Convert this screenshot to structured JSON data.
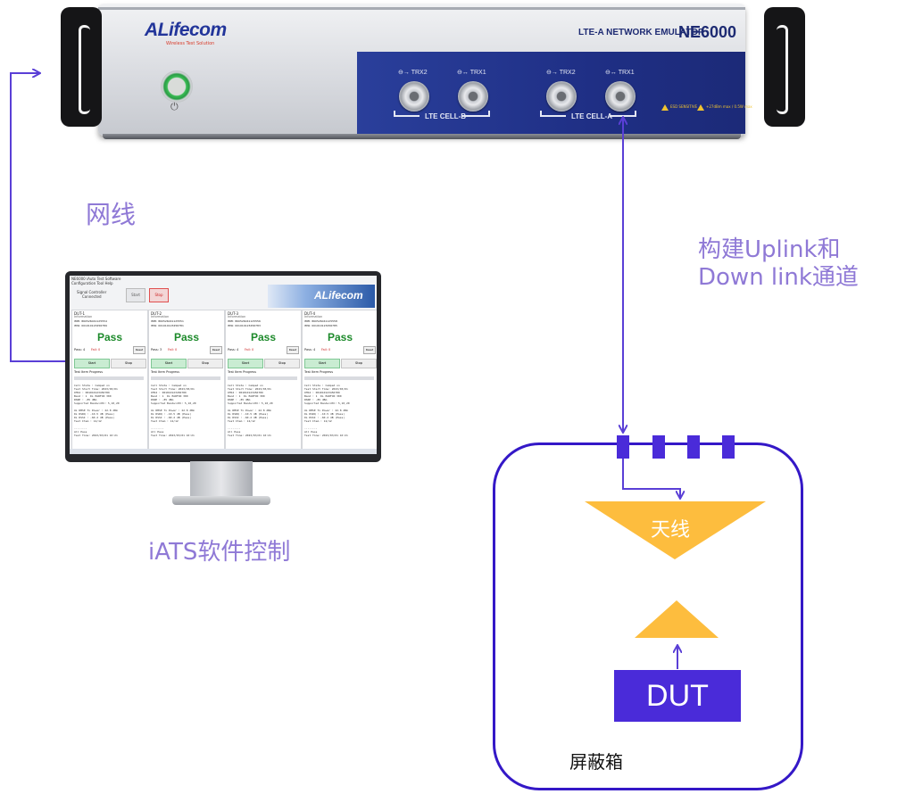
{
  "instrument": {
    "brand": "ALifecom",
    "brand_tagline": "Wireless Test Solution",
    "model_subtitle": "LTE-A NETWORK EMULATOR",
    "model_name": "NE6000",
    "power_symbol": "⏻",
    "ports": [
      "TRX2",
      "TRX1",
      "TRX2",
      "TRX1"
    ],
    "cells": [
      "LTE CELL-B",
      "LTE CELL-A"
    ],
    "warning_1": "ESD SENSITIVE",
    "warning_2": "+27dBm max / 0.5W max"
  },
  "labels": {
    "network_cable": "网线",
    "software_control": "iATS软件控制",
    "uplink_downlink": "构建Uplink和\nDown link通道",
    "antenna": "天线",
    "dut": "DUT",
    "shield_box": "屏蔽箱"
  },
  "monitor_app": {
    "window_title": "NE6000 iAuto Test Software",
    "menu": "Configuration  Tool  Help",
    "control_label": "Signal Controller",
    "control_sub": "Connected",
    "start_label": "Start",
    "stop_label": "Stop",
    "banner_logo": "ALifecom",
    "duts": [
      {
        "title": "DUT-1",
        "info": "Information",
        "imei": "IMEI: 860526041125554",
        "imsi": "IMSI: 001010123456789",
        "result": "Pass",
        "pass_count": "Pass: 4",
        "fail_count": "Fail: 0",
        "reset": "Reset",
        "start": "Start",
        "stop": "Stop",
        "progress": "Test Item Progress"
      },
      {
        "title": "DUT-2",
        "info": "Information",
        "imei": "IMEI: 860526041125551",
        "imsi": "IMSI: 001010123456781",
        "result": "Pass",
        "pass_count": "Pass: 3",
        "fail_count": "Fail: 0",
        "reset": "Reset",
        "start": "Start",
        "stop": "Stop",
        "progress": "Test Item Progress"
      },
      {
        "title": "DUT-3",
        "info": "Information",
        "imei": "IMEI: 860526041125556",
        "imsi": "IMSI: 001010123456783",
        "result": "Pass",
        "pass_count": "Pass: 4",
        "fail_count": "Fail: 0",
        "reset": "Reset",
        "start": "Start",
        "stop": "Stop",
        "progress": "Test Item Progress"
      },
      {
        "title": "DUT-4",
        "info": "Information",
        "imei": "IMEI: 860526041125558",
        "imsi": "IMSI: 001010123456785",
        "result": "Pass",
        "pass_count": "Pass: 4",
        "fail_count": "Fail: 0",
        "reset": "Reset",
        "start": "Start",
        "stop": "Stop",
        "progress": "Test Item Progress"
      }
    ],
    "log": "Cell State : Camped on\nTest Start Time: 2023/03/01\nIMSI : 001010123456789\nBand : 1  DL EARFCN 300\nRSRP : -85 dBm\nSupported Bandwidth: 5,10,20\n\nUL RMSE Tx Power : 22.8 dBm\nDL RSRQ : -10.5 dB (Pass)\nDL RSSI : -60.2 dB (Pass)\nTest Item : 12/12\n\n--------\nAll Pass\nTest Time: 2023/03/01 10:21"
  },
  "colors": {
    "purple_label": "#8f79d6",
    "arrow_purple": "#5a3fd6",
    "shield_border": "#3418c7",
    "dut_fill": "#4a2bd9",
    "antenna_fill": "#fdbd3e",
    "instrument_blue": "#22359a"
  }
}
